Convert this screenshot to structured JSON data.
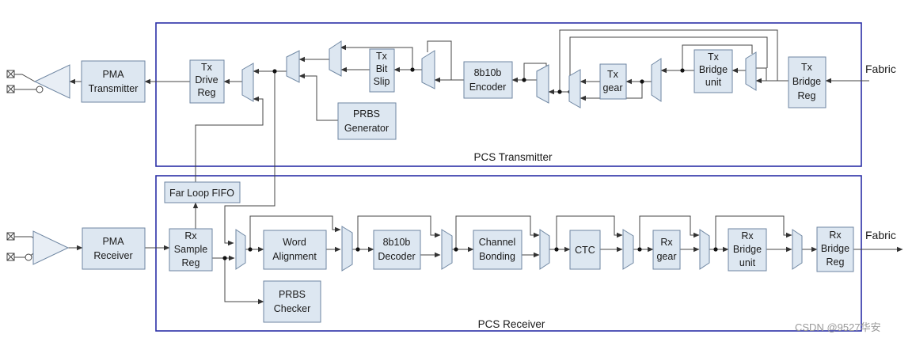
{
  "blocks": {
    "pma_tx": [
      "PMA",
      "Transmitter"
    ],
    "tx_drive": [
      "Tx",
      "Drive",
      "Reg"
    ],
    "prbs_gen": [
      "PRBS",
      "Generator"
    ],
    "tx_bitslip": [
      "Tx",
      "Bit",
      "Slip"
    ],
    "tx_enc": [
      "8b10b",
      "Encoder"
    ],
    "tx_gear": [
      "Tx",
      "gear"
    ],
    "tx_bridge_unit": [
      "Tx",
      "Bridge",
      "unit"
    ],
    "tx_bridge_reg": [
      "Tx",
      "Bridge",
      "Reg"
    ],
    "far_loop": [
      "Far Loop FIFO"
    ],
    "pma_rx": [
      "PMA",
      "Receiver"
    ],
    "rx_sample": [
      "Rx",
      "Sample",
      "Reg"
    ],
    "word_align": [
      "Word",
      "Alignment"
    ],
    "prbs_chk": [
      "PRBS",
      "Checker"
    ],
    "rx_dec": [
      "8b10b",
      "Decoder"
    ],
    "chan_bond": [
      "Channel",
      "Bonding"
    ],
    "ctc": [
      "CTC"
    ],
    "rx_gear": [
      "Rx",
      "gear"
    ],
    "rx_bridge_unit": [
      "Rx",
      "Bridge",
      "unit"
    ],
    "rx_bridge_reg": [
      "Rx",
      "Bridge",
      "Reg"
    ]
  },
  "frames": {
    "pcs_tx": "PCS Transmitter",
    "pcs_rx": "PCS Receiver"
  },
  "fabric_tx": "Fabric",
  "fabric_rx": "Fabric",
  "watermark": "CSDN @9527华安",
  "colors": {
    "block_fill": "#dde7f1",
    "block_stroke": "#6e86a2",
    "frame": "#2b2fa6"
  }
}
